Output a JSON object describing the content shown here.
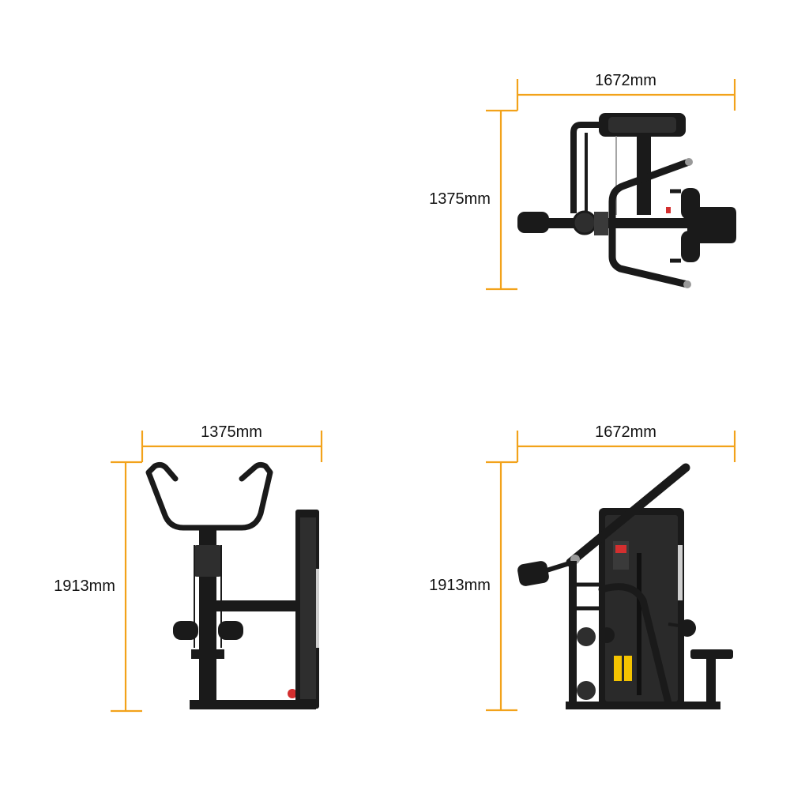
{
  "colors": {
    "dimension_line": "#F2A21A",
    "frame": "#1a1a1a",
    "frame_mid": "#2e2e2e",
    "frame_light": "#5a5a5a",
    "label_text": "#111111",
    "accent_red": "#d32f2f",
    "warning_yellow": "#f5c400"
  },
  "views": {
    "top": {
      "width_label": "1672mm",
      "depth_label": "1375mm"
    },
    "front": {
      "width_label": "1375mm",
      "height_label": "1913mm"
    },
    "side": {
      "width_label": "1672mm",
      "height_label": "1913mm"
    }
  }
}
